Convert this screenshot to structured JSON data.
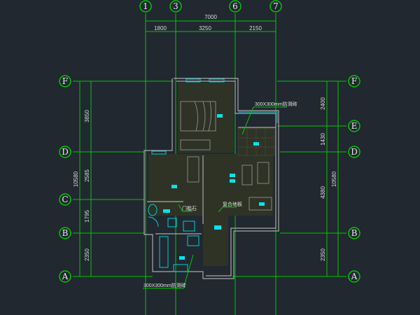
{
  "axes_columns": [
    {
      "label": "1"
    },
    {
      "label": "3"
    },
    {
      "label": "6"
    },
    {
      "label": "7"
    }
  ],
  "axes_rows_left": [
    {
      "label": "F"
    },
    {
      "label": "D"
    },
    {
      "label": "C"
    },
    {
      "label": "B"
    },
    {
      "label": "A"
    }
  ],
  "axes_rows_right": [
    {
      "label": "F"
    },
    {
      "label": "E"
    },
    {
      "label": "D"
    },
    {
      "label": "B"
    },
    {
      "label": "A"
    }
  ],
  "dims_top": {
    "total": "7000",
    "segments": [
      "1800",
      "3250",
      "2150"
    ]
  },
  "dims_left": {
    "total": "10580",
    "segments": [
      "3850",
      "2585",
      "1795",
      "2350"
    ]
  },
  "dims_right": {
    "total": "10580",
    "segments": [
      "2400",
      "1430",
      "4380",
      "2350"
    ]
  },
  "annotations": {
    "balcony_tile": "300X300mm防滑砖",
    "threshold": "门槛石",
    "floor": "复合地板",
    "kitchen_tile": "300X300mm防滑砖"
  },
  "colors": {
    "background": "#212830",
    "axis": "#00c800",
    "wall": "#a8a8a8",
    "fixture": "#00e5ee"
  }
}
